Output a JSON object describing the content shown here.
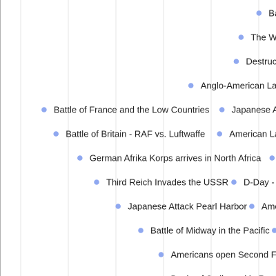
{
  "chart_data": {
    "type": "scatter",
    "title": "",
    "xlabel": "",
    "ylabel": "",
    "grid": "vertical",
    "legend": "none",
    "colors": {
      "marker": "#8fa8f0",
      "label": "#222222",
      "grid": "#e6e6e6",
      "axis": "#b0b0b0",
      "background": "#ffffff"
    },
    "events": [
      {
        "label": "Ba",
        "slot": 0,
        "x": 10.5
      },
      {
        "label": "The Wa",
        "slot": 1,
        "x": 9.75
      },
      {
        "label": "Destruct",
        "slot": 2,
        "x": 9.55
      },
      {
        "label": "Anglo-American La",
        "slot": 3,
        "x": 7.65
      },
      {
        "label": "Battle of France and the Low Countries",
        "slot": 4,
        "x": 1.5
      },
      {
        "label": "Japanese A",
        "slot": 4,
        "x": 8.95
      },
      {
        "label": "Battle of Britain - RAF vs. Luftwaffe",
        "slot": 5,
        "x": 2.0
      },
      {
        "label": "American La",
        "slot": 5,
        "x": 8.85
      },
      {
        "label": "German Afrika Korps arrives in North Africa",
        "slot": 6,
        "x": 3.0
      },
      {
        "label": "",
        "slot": 6,
        "x": 11.05
      },
      {
        "label": "Third Reich Invades the USSR",
        "slot": 7,
        "x": 3.7
      },
      {
        "label": "D-Day - A",
        "slot": 7,
        "x": 9.45
      },
      {
        "label": "Japanese Attack Pearl Harbor",
        "slot": 8,
        "x": 4.6
      },
      {
        "label": "Ame",
        "slot": 8,
        "x": 10.2
      },
      {
        "label": "Battle of Midway in the Pacific",
        "slot": 9,
        "x": 5.55
      },
      {
        "label": "",
        "slot": 9,
        "x": 11.15
      },
      {
        "label": "Americans open Second Fro",
        "slot": 10,
        "x": 6.4
      },
      {
        "label": "Battle of Stalingrad in Russ",
        "slot": 11,
        "x": 6.4
      }
    ]
  }
}
